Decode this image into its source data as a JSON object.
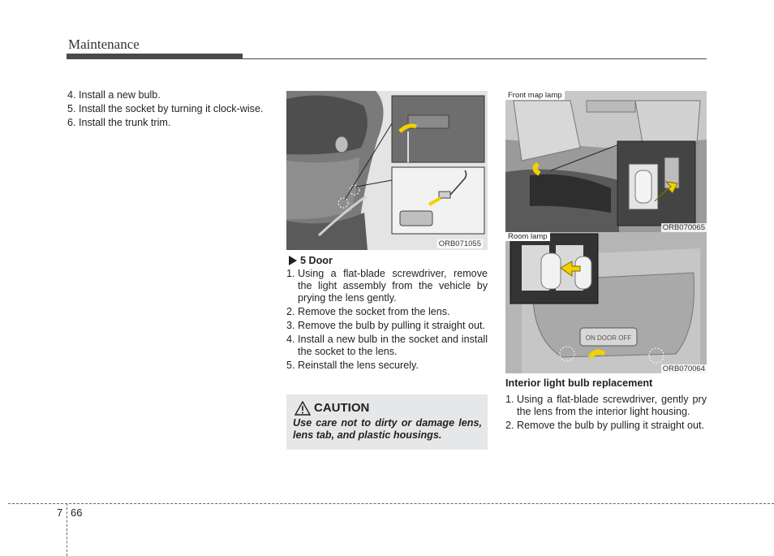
{
  "header": {
    "section_title": "Maintenance"
  },
  "col1": {
    "steps": [
      {
        "num": "4.",
        "text": "Install a new bulb."
      },
      {
        "num": "5.",
        "text": "Install the socket by turning it clock-wise."
      },
      {
        "num": "6.",
        "text": "Install the trunk trim."
      }
    ]
  },
  "figure_door": {
    "code": "ORB071055"
  },
  "door_section": {
    "heading": "5 Door",
    "steps": [
      {
        "num": "1.",
        "text": "Using a flat-blade screwdriver, remove the light assembly from the vehicle by prying the lens gently."
      },
      {
        "num": "2.",
        "text": "Remove the socket from the lens."
      },
      {
        "num": "3.",
        "text": "Remove the bulb by pulling it straight out."
      },
      {
        "num": "4.",
        "text": "Install a new bulb in the socket and install the socket to the lens."
      },
      {
        "num": "5.",
        "text": "Reinstall the lens securely."
      }
    ]
  },
  "caution": {
    "title": "CAUTION",
    "text": "Use care not to dirty or damage lens, lens tab, and plastic housings."
  },
  "figure_map": {
    "label": "Front map lamp",
    "code": "ORB070065"
  },
  "figure_room": {
    "label": "Room lamp",
    "code": "ORB070064",
    "switch_text": "ON DOOR OFF"
  },
  "interior_section": {
    "heading": "Interior light bulb replacement",
    "steps": [
      {
        "num": "1.",
        "text": "Using a flat-blade screwdriver, gently pry the lens from the interior light housing."
      },
      {
        "num": "2.",
        "text": "Remove the bulb by pulling it straight out."
      }
    ]
  },
  "footer": {
    "chapter": "7",
    "page": "66"
  }
}
